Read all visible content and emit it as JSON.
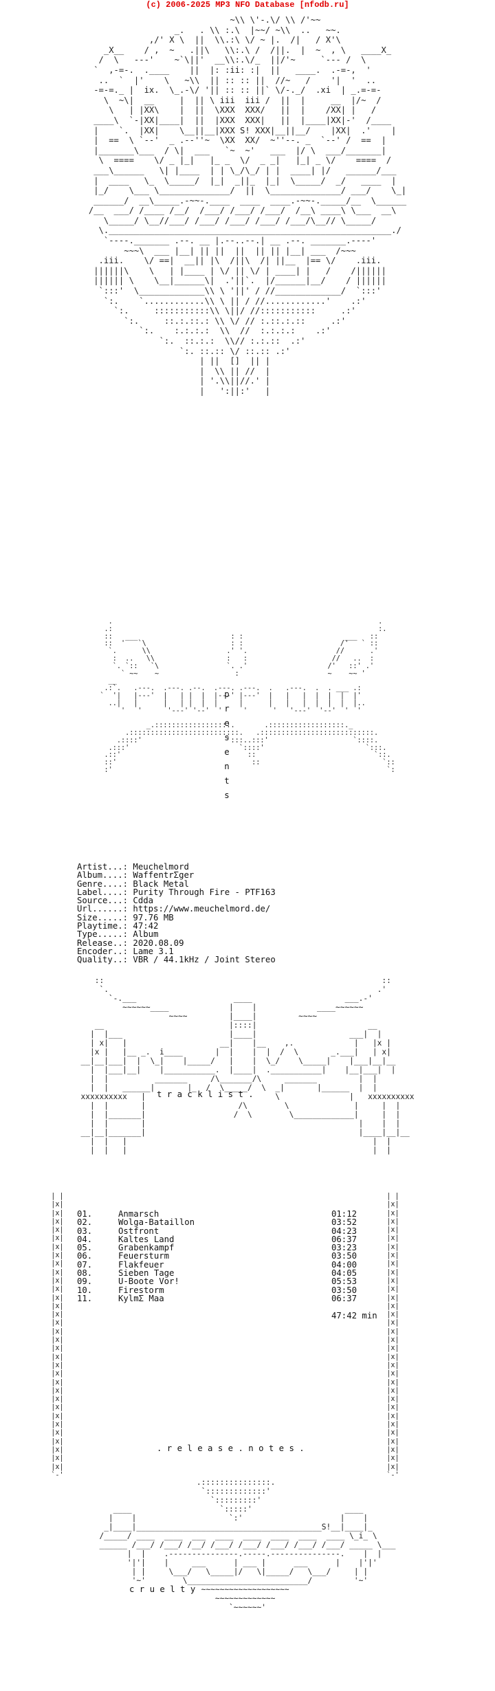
{
  "header": "(c) 2006-2025 MP3 NFO Database [nfodb.ru]",
  "colors": {
    "header": "#e00000",
    "text": "#111111",
    "background": "#ffffff"
  },
  "presents": "p\nr\ne\ns\ne\nn\nt\ns",
  "info": {
    "lines": [
      "Artist...: Meuchelmord",
      "Album....: WaffentrΣger",
      "Genre....: Black Metal",
      "Label....: Purity Through Fire - PTF163",
      "Source...: Cdda",
      "Url......: https://www.meuchelmord.de/",
      "Size.....: 97.76 MB",
      "Playtime.: 47:42",
      "Type.....: Album",
      "Release..: 2020.08.09",
      "Encoder..: Lame 3.1",
      "Quality..: VBR / 44.1kHz / Joint Stereo"
    ]
  },
  "tracklist_label": "t r a c k l i s t .",
  "tracks": [
    {
      "no": "01.",
      "title": "Anmarsch",
      "time": "01:12"
    },
    {
      "no": "02.",
      "title": "Wolga-Bataillon",
      "time": "03:52"
    },
    {
      "no": "03.",
      "title": "Ostfront",
      "time": "04:23"
    },
    {
      "no": "04.",
      "title": "Kaltes Land",
      "time": "06:37"
    },
    {
      "no": "05.",
      "title": "Grabenkampf",
      "time": "03:23"
    },
    {
      "no": "06.",
      "title": "Feuersturm",
      "time": "03:50"
    },
    {
      "no": "07.",
      "title": "Flakfeuer",
      "time": "04:00"
    },
    {
      "no": "08.",
      "title": "Sieben Tage",
      "time": "04:05"
    },
    {
      "no": "09.",
      "title": "U-Boote Vor!",
      "time": "05:53"
    },
    {
      "no": "10.",
      "title": "Firestorm",
      "time": "03:50"
    },
    {
      "no": "11.",
      "title": "KylmΣ Maa",
      "time": "06:37"
    }
  ],
  "total_time": "47:42 min",
  "release_notes_label": ". r e l e a s e . n o t e s .",
  "cruelty_label": "c r u e l t y",
  "art": {
    "top": "                            ~\\\\ \\'-.\\/ \\\\ /'~~\n                 _.   . \\\\ :.\\  |~~/ ~\\\\  ..   ~~.\n            ,/' X \\  ||  \\\\.:\\ \\/ ~ |.  /|   / X'\\\n   _X__    / ,  ~   .||\\   \\\\:.\\ /  /||.  |  ~  , \\   ____X_\n  /  \\   ---'    ~`\\||'  __\\\\:.\\/_  ||/'~     `--- /  \\\n `  ,-=-.  .____    ||  |: :ii: :|  ||   ____.  .-=-,  '\n  ..  `  |'    \\   ~\\\\  || :: :: ||  //~   /    '|  '  ..\n -=-=._ |  ix.  \\_.-\\/ '|| :: :: ||` \\/-._/  .xi  | _.=-=-\n   \\  ~\\|  __     |  || \\ iii  iii /  ||  |     __  |/~  /\n    \\   | |XX\\    |  ||  \\XXX  XXX/   ||  |    /XX| |   /\n ____\\  `-|XX|____|  ||  |XXX  XXX|   ||  |____|XX|-'  /____\n |    `.  |XX|    \\__||__|XXX S! XXX|__||__/    |XX|  .'    |\n |  ==  \\ `--'  _ .--''~  \\XX  XX/  ~''--. _  `--' /  ==  |\n |_______\\___  / \\|  ___   `~  ~'   ___  |/ \\  ___/_______|\n  \\  ====    \\/ _ |_|   |_ _  \\/  _ _|   |_| _ \\/    ====  /\n ___\\______   \\| |____  | | \\_/\\_/ | |  ____| |/   ______/___\n |  ____   \\_  \\_____/  |_|  _||_  |_|  \\_____/  _/   ____  |\n |_/    \\___ \\______________/  ||  \\______________/ ___/    \\_|\n ______/  __\\_____.-~~-.____  ____  ____.-~~-._____/__  \\______\n/__  ___/ /____ /__/  /___/ /___/ /___/  /__\\ ____\\ \\___  __\\\n   \\_____/ \\__//___/ /___/ /___/ /___/ /___/\\__// \\_____/\n  \\.________________________________________________________./\n   `----._______ .--. __ |.--..--.| __ .--. _______.----'\n       ~~~\\  ___ |__| || ||  ||  || || |__| ___  /~~~\n  .iii.    \\/ ==|  __|| |\\  /||\\  /| ||__  |== \\/    .iii.\n ||||||\\    \\   | |____ | \\/ || \\/ | ____| |   /    /||||||\n |||||| \\    \\__|______\\|  .'||`.  |/______|__/    / ||||||\n  `:::'  \\_____________\\\\ \\ '||' / //_____________/  `:::'\n   `:.    `............\\\\ \\ || / //............'    .:'\n     `:.     :::::::::::\\\\ \\||/ //:::::::::::     .:'\n       `:.     ::.:.::.: \\\\ \\/ // :.::.:.::     .:'\n          `:.    :.:.:.:  \\\\  //  :.:.:.:    .:'\n              `:.  ::.:.:  \\\\// :.:.::  .:'\n                  `:. ::.:: \\/ ::.:: .:'\n                      | ||  []  || |\n                      |  \\\\ || //  |\n                      | '.\\\\||//.' |\n                      |   ':||:'   |",
    "middle": "  .                                                               .\n .:                                                               :.\n ::   ___                      : :                        ___   ::\n ::  '   `\\                    : :                       /'   ` ::\n  `.      \\\\                  .' '.                     //      .'\n   :  ..   \\\\                 :   :                    //   ..  :\n   `. `::   `\\                `. .'                   /'   ::' .'\n     ` ~~    ~                  :                     ~    ~~ '\n  __\n .:`.   .---.  .---. .--.  .---. .---.  .   .---.  .  . ___ .:\n`  '|   |---'  |   | |  |  |---' |---'  |   |   |  |  |  |  |'\n  ..|   |      |   | |  |  |     |      |   |   |  |  |  |  |..\n     '   '      '---' '--'  '     '      '   '---'  '--'  '  '\n\n           _.::::::::::::::::::.       .::::::::::::::::::._\n      .::::::::::::::::::::::::::.   .:::::::::::::::::::::::::::.\n    .::::'                    `:::..:::'                    `::::.\n  .:::'                          `::::'                        `:::.\n .::'                              ::                            `::.\n ::'                                ::                             `::\n :'                                                                 `:",
    "gate": "   ::                                                            ::\n    `.                                                          .'\n      `-.___                     ____                    ___.-'\n         ~~~~~~____             |    |             ____~~~~~~\n                   ~~~~         |____|         ~~~~\n   __                           |::::|                        __\n  |  |___                       |____|                    ___|  |\n  | x|   |                    __|    |__    ,.             |   |x |\n  |x |   |__ _.  i____       |  |    |  |  /  \\       _.___|   | x|\n__|__|___|  |  \\_|    |_____/   |    |  \\_/    \\_____|    |___|__|__\n  |  |___|__|    |___________.  |____|  .___________|    |__|___|  |\n  |  |          _______     /\\_______/\\     _______         |  |\n  |  |   ______|       |_  /  \\_____/  \\  _|       |______  |  |\nxxxxxxxxxx   |                            \\               |   xxxxxxxxxx\n  |  |       |                    /\\        \\              |     |  |\n  |  |_______|                   /  \\        \\_____________|     |  |\n  |  |       |                                              |    |  |\n__|__|_______|                                              |____|__|__\n  |  |   |                                                     |  |\n  |  |   |                                                     |  |",
    "side": "  | |\n  |x|\n  |x|\n  |x|\n  |x|\n  |x|\n  |x|\n  |x|\n  |x|\n  |x|\n  |x|\n  |x|\n  |x|\n  |x|\n  |x|\n  |x|\n  |x|\n  |x|\n  |x|\n  |x|\n  |x|\n  |x|\n  |x|\n  |x|\n  |x|\n  |x|\n  |x|\n  |x|\n  |x|\n  |x|\n  |x|\n  |x|\n  |x|\n  `-'",
    "bottom": "                     .:::::::::::::::.\n                      `:::::::::::::'\n                        `:::::::::'\n   ____                   `:::::'                    ____\n  |    |                    `:'                     |    |\n _|____|________________________________________S!__|____|_\n/_____/ ____  ____  ___  ____  ____  ____  ____  ____ \\_i_ \\\n______ /___/ /___/ /__/ /___/ /___/ /___/ /___/ /___/ _____ \\___\n      |  |    .---------------.-----.---------------.    |  |\n      '|'|    |     ___      | ___ |      ___      |    |'|'\n       | |     \\___/   \\_____|/   \\|_____/   \\___/     | |\n       '~'        \\__________________________/         '~'\n                      ~~~~~~~~~~~~~~~~~~~\n                         ~~~~~~~~~~~~~\n                            `~~~~~~'"
  }
}
